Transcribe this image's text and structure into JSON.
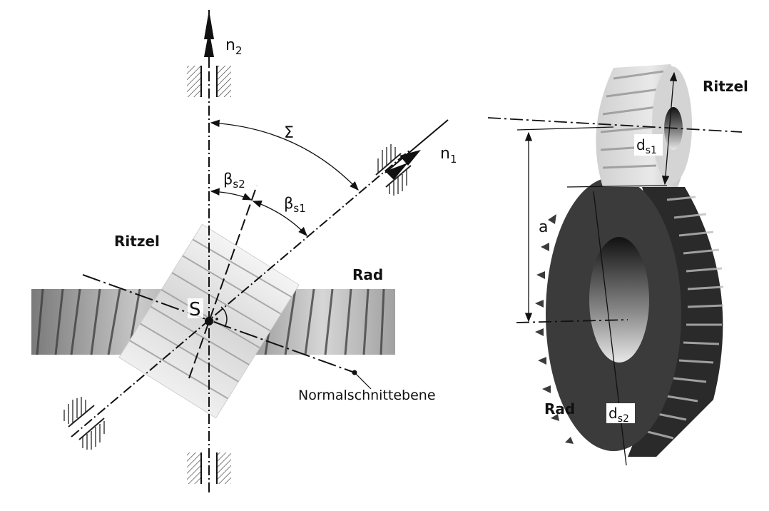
{
  "left_view": {
    "labels": {
      "n2": "n",
      "n2_sub": "2",
      "n1": "n",
      "n1_sub": "1",
      "sigma": "Σ",
      "beta_s2": "β",
      "beta_s2_sub": "s2",
      "beta_s1": "β",
      "beta_s1_sub": "s1",
      "ritzel": "Ritzel",
      "rad": "Rad",
      "point_s": "S",
      "normal_plane": "Normalschnittebene"
    }
  },
  "right_view": {
    "labels": {
      "ritzel": "Ritzel",
      "rad": "Rad",
      "a": "a",
      "ds1": "d",
      "ds1_sub": "s1",
      "ds2": "d",
      "ds2_sub": "s2"
    }
  }
}
